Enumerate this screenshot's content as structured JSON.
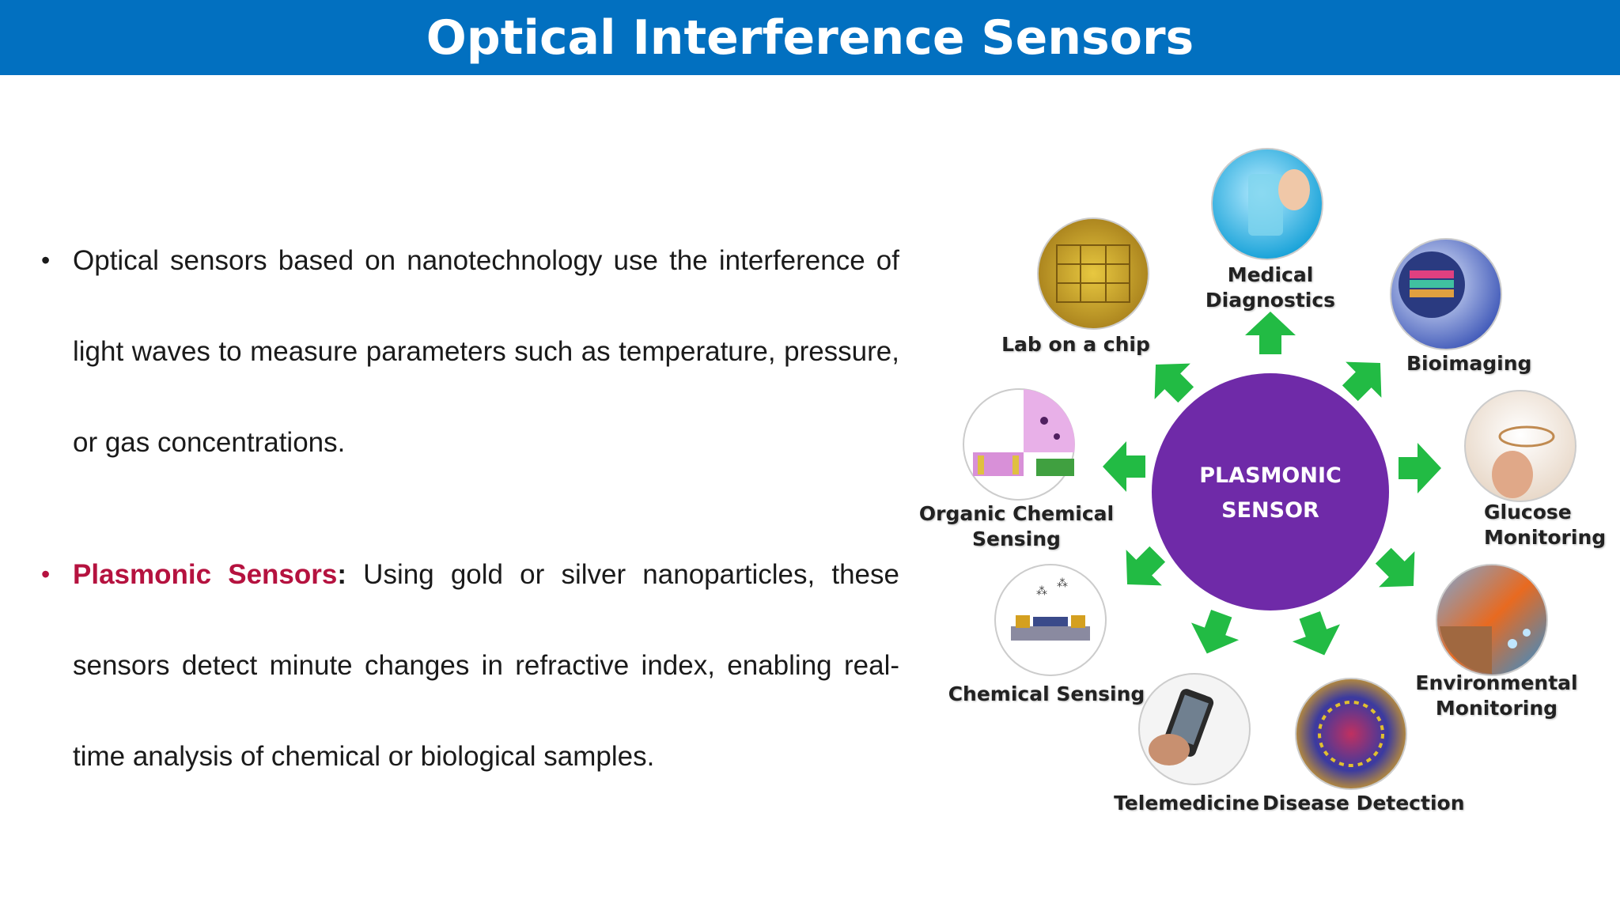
{
  "header": {
    "title": "Optical Interference Sensors"
  },
  "bullets": [
    {
      "text": "Optical sensors based on nanotechnology use the interference of light waves to measure parameters such as temperature, pressure, or gas concentrations."
    },
    {
      "highlight": "Plasmonic Sensors",
      "colon": ":",
      "text": " Using gold or silver nanoparticles, these sensors detect minute changes in refractive index, enabling real-time analysis of chemical or biological samples."
    }
  ],
  "diagram": {
    "center": {
      "line1": "PLASMONIC",
      "line2": "SENSOR",
      "color": "#6f2aa8"
    },
    "arrow_color": "#22bb44",
    "applications": {
      "medical_l1": "Medical",
      "medical_l2": "Diagnostics",
      "bioimaging": "Bioimaging",
      "glucose_l1": "Glucose",
      "glucose_l2": "Monitoring",
      "env_l1": "Environmental",
      "env_l2": "Monitoring",
      "disease": "Disease Detection",
      "telemedicine": "Telemedicine",
      "chemical": "Chemical Sensing",
      "organic_l1": "Organic Chemical",
      "organic_l2": "Sensing",
      "lab": "Lab on a chip"
    }
  },
  "colors": {
    "header_bg": "#0270c0",
    "highlight": "#b5123f"
  }
}
